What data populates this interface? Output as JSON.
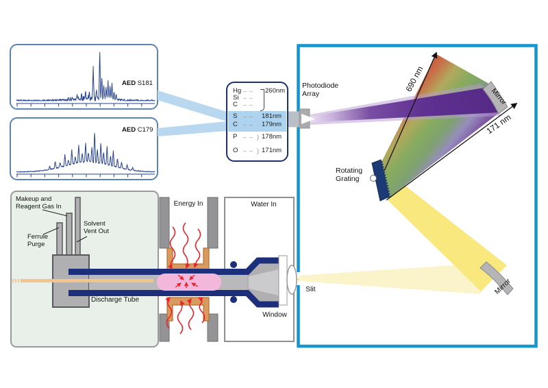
{
  "panels": {
    "s181": {
      "prefix": "AED",
      "id": "S181"
    },
    "c179": {
      "prefix": "AED",
      "id": "C179"
    }
  },
  "chart_data": [
    {
      "type": "line",
      "title": "AED S181 chromatogram",
      "x_axis": "retention time (ticks only, unlabeled)",
      "y_axis": "intensity (unlabeled)",
      "peaks_x_fraction_height": [
        [
          0.44,
          0.07
        ],
        [
          0.47,
          0.1
        ],
        [
          0.5,
          0.12
        ],
        [
          0.525,
          0.1
        ],
        [
          0.555,
          0.6
        ],
        [
          0.578,
          0.22
        ],
        [
          0.602,
          0.97
        ],
        [
          0.617,
          0.45
        ],
        [
          0.632,
          0.3
        ],
        [
          0.648,
          0.26
        ],
        [
          0.662,
          0.33
        ],
        [
          0.676,
          0.22
        ],
        [
          0.69,
          0.3
        ],
        [
          0.705,
          0.16
        ],
        [
          0.72,
          0.1
        ]
      ],
      "hump": {
        "c": 0.55,
        "s": 0.2,
        "h": 0.05
      },
      "noise": 0.02,
      "noise_boost": {
        "c": 0.52,
        "s": 0.18,
        "amp": 0.035
      },
      "peak_w": 0.0065
    },
    {
      "type": "line",
      "title": "AED C179 chromatogram",
      "x_axis": "retention time (ticks only, unlabeled)",
      "y_axis": "intensity (unlabeled)",
      "peaks_x_fraction_height": [
        [
          0.24,
          0.1
        ],
        [
          0.28,
          0.22
        ],
        [
          0.315,
          0.14
        ],
        [
          0.35,
          0.34
        ],
        [
          0.375,
          0.16
        ],
        [
          0.4,
          0.42
        ],
        [
          0.425,
          0.2
        ],
        [
          0.45,
          0.5
        ],
        [
          0.475,
          0.28
        ],
        [
          0.5,
          0.55
        ],
        [
          0.52,
          0.3
        ],
        [
          0.545,
          0.45
        ],
        [
          0.565,
          0.95
        ],
        [
          0.585,
          0.4
        ],
        [
          0.61,
          0.6
        ],
        [
          0.63,
          0.35
        ],
        [
          0.655,
          0.55
        ],
        [
          0.68,
          0.3
        ],
        [
          0.7,
          0.45
        ],
        [
          0.73,
          0.28
        ],
        [
          0.76,
          0.2
        ],
        [
          0.8,
          0.14
        ],
        [
          0.84,
          0.09
        ]
      ],
      "hump": {
        "c": 0.52,
        "s": 0.24,
        "h": 0.3
      },
      "noise": 0.012,
      "noise_boost": {
        "c": 0.5,
        "s": 0.3,
        "amp": 0.01
      },
      "peak_w": 0.0075
    }
  ],
  "table": {
    "dash": "– –",
    "paren": ")",
    "group1": {
      "elements": [
        "Hg",
        "Si",
        "C"
      ],
      "value": "260nm"
    },
    "highlight": [
      {
        "el": "S",
        "value": "181nm"
      },
      {
        "el": "C",
        "value": "179nm"
      }
    ],
    "bracket": [
      {
        "el": "P",
        "value": "178nm"
      },
      {
        "el": "O",
        "value": "171nm"
      }
    ]
  },
  "optics": {
    "photodiode": [
      "Photodiode",
      "Array"
    ],
    "nm_high": "690 nm",
    "nm_low": "171 nm",
    "mirror_top": "Mirror",
    "mirror_bottom": "Mirror",
    "grating": [
      "Rotating",
      "Grating"
    ],
    "slit": "Slit"
  },
  "discharge": {
    "makeup": [
      "Makeup and",
      "Reagent Gas In"
    ],
    "solvent": [
      "Solvent",
      "Vent Out"
    ],
    "ferrule": [
      "Ferrule",
      "Purge"
    ],
    "discharge_tube": "Discharge Tube",
    "energy_in": "Energy In",
    "water_in": "Water In",
    "window": "Window"
  },
  "colors": {
    "frame_cyan": "#1495cd",
    "navy": "#1c2f6e",
    "trace_blue": "#26418f",
    "beam_blue": "#b9d7ee",
    "highlight_blue": "#aed3ef",
    "plasma_pink": "#f3b7dc",
    "capillary_orange": "#f5c38c",
    "clamp_copper": "#d89a5e",
    "energy_red": "#e8242c",
    "beam_yellow": "#f8e87d",
    "pale_yellow": "#fbf3c9",
    "beam_purple": "#5f3192",
    "mirror_gray": "#b5b5b7",
    "box_green": "#e9f0e9"
  }
}
